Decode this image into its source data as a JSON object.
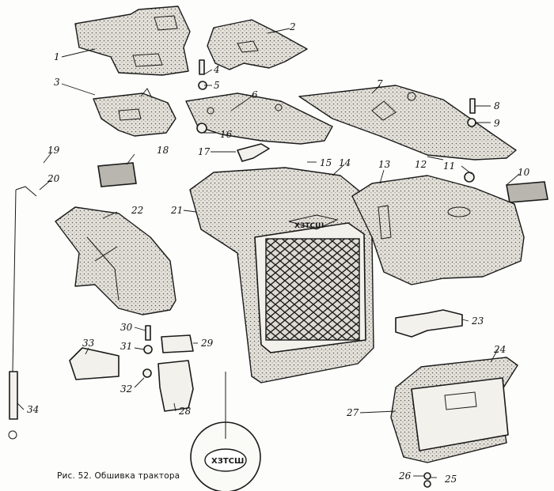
{
  "caption": "Рис. 52. Обшивка трактора",
  "badge_text": "ХЗТСШ",
  "colors": {
    "ink": "#1a1a1a",
    "paper": "#fdfdfb",
    "fill": "#f2f1ec"
  },
  "callouts": [
    {
      "id": "1",
      "text": "1"
    },
    {
      "id": "2",
      "text": "2"
    },
    {
      "id": "3",
      "text": "3"
    },
    {
      "id": "4",
      "text": "4"
    },
    {
      "id": "5",
      "text": "5"
    },
    {
      "id": "6",
      "text": "6"
    },
    {
      "id": "7",
      "text": "7"
    },
    {
      "id": "8",
      "text": "8"
    },
    {
      "id": "9",
      "text": "9"
    },
    {
      "id": "10",
      "text": "10"
    },
    {
      "id": "11",
      "text": "11"
    },
    {
      "id": "12",
      "text": "12"
    },
    {
      "id": "13",
      "text": "13"
    },
    {
      "id": "14",
      "text": "14"
    },
    {
      "id": "15",
      "text": "15"
    },
    {
      "id": "16",
      "text": "16"
    },
    {
      "id": "17",
      "text": "17"
    },
    {
      "id": "18",
      "text": "18"
    },
    {
      "id": "19",
      "text": "19"
    },
    {
      "id": "20",
      "text": "20"
    },
    {
      "id": "21",
      "text": "21"
    },
    {
      "id": "22",
      "text": "22"
    },
    {
      "id": "23",
      "text": "23"
    },
    {
      "id": "24",
      "text": "24"
    },
    {
      "id": "25",
      "text": "25"
    },
    {
      "id": "26",
      "text": "26"
    },
    {
      "id": "27",
      "text": "27"
    },
    {
      "id": "28",
      "text": "28"
    },
    {
      "id": "29",
      "text": "29"
    },
    {
      "id": "30",
      "text": "30"
    },
    {
      "id": "31",
      "text": "31"
    },
    {
      "id": "32",
      "text": "32"
    },
    {
      "id": "33",
      "text": "33"
    },
    {
      "id": "34",
      "text": "34"
    }
  ]
}
